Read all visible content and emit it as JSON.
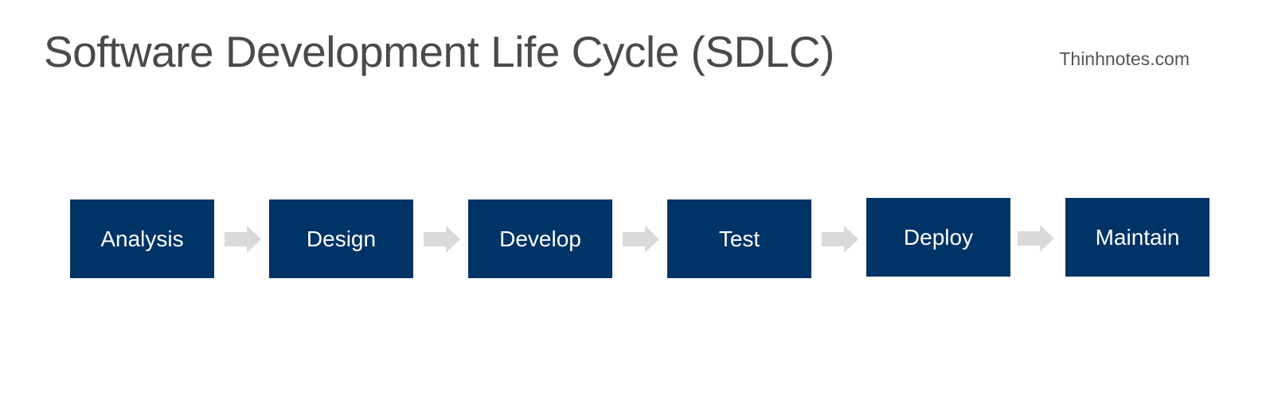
{
  "header": {
    "title": "Software Development Life Cycle (SDLC)",
    "site": "Thinhnotes.com"
  },
  "process": {
    "steps": [
      {
        "label": "Analysis"
      },
      {
        "label": "Design"
      },
      {
        "label": "Develop"
      },
      {
        "label": "Test"
      },
      {
        "label": "Deploy"
      },
      {
        "label": "Maintain"
      }
    ]
  },
  "colors": {
    "box": "#003366",
    "box_text": "#ffffff",
    "arrow": "#d9d9d9",
    "title": "#4a4a4a"
  }
}
